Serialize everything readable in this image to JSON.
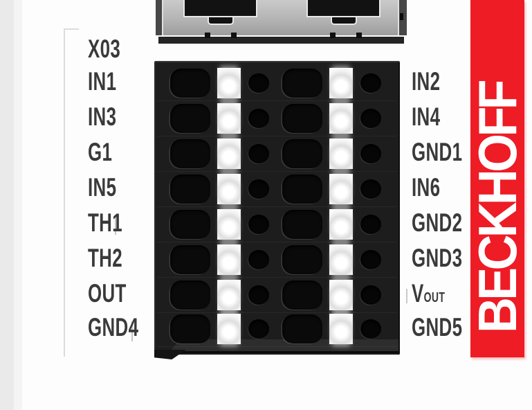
{
  "device": {
    "connector_label": "X03",
    "brand": {
      "text": "BECKHOFF",
      "color": "#ee1c25"
    },
    "colors": {
      "terminal_block": "#1d1d1d",
      "label_text": "#3a3a3a",
      "led": "#ffffff",
      "shield_metal": "#b4b4b4"
    },
    "terminal_rows": [
      {
        "left": {
          "text": "IN1",
          "sub": ""
        },
        "right": {
          "text": "IN2",
          "sub": ""
        }
      },
      {
        "left": {
          "text": "IN3",
          "sub": ""
        },
        "right": {
          "text": "IN4",
          "sub": ""
        }
      },
      {
        "left": {
          "text": "G1",
          "sub": ""
        },
        "right": {
          "text": "GND1",
          "sub": ""
        }
      },
      {
        "left": {
          "text": "IN5",
          "sub": ""
        },
        "right": {
          "text": "IN6",
          "sub": ""
        }
      },
      {
        "left": {
          "text": "TH1",
          "sub": ""
        },
        "right": {
          "text": "GND2",
          "sub": ""
        }
      },
      {
        "left": {
          "text": "TH2",
          "sub": ""
        },
        "right": {
          "text": "GND3",
          "sub": ""
        }
      },
      {
        "left": {
          "text": "OUT",
          "sub": ""
        },
        "right": {
          "text": "V",
          "sub": "OUT"
        }
      },
      {
        "left": {
          "text": "GND4",
          "sub": ""
        },
        "right": {
          "text": "GND5",
          "sub": ""
        }
      }
    ]
  }
}
